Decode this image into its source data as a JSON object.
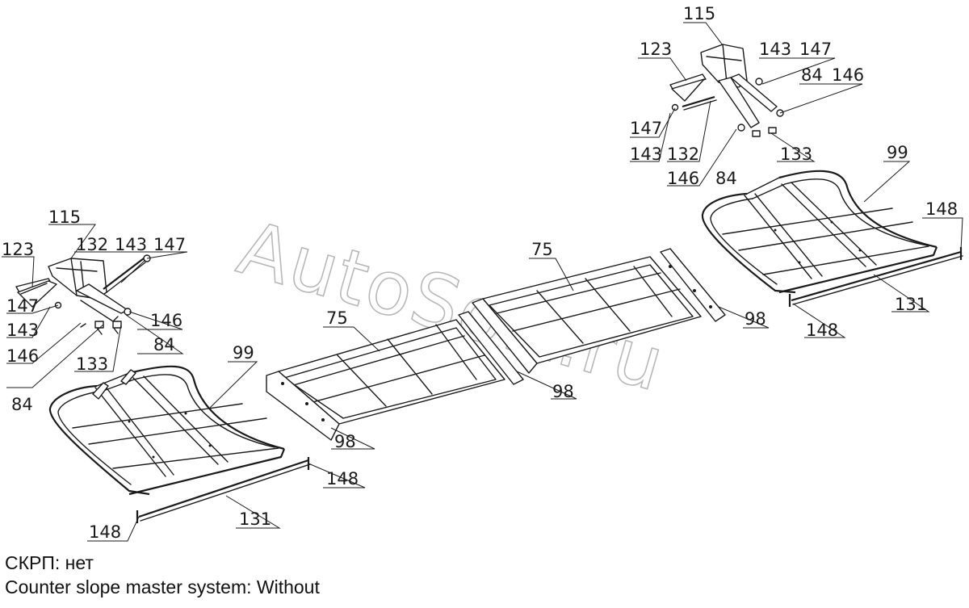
{
  "watermark": "AutoSoft.ru",
  "captions": {
    "line1": "СКРП: нет",
    "line2": "Counter slope master system: Without"
  },
  "labels": {
    "l115": "115",
    "l123": "123",
    "l132": "132",
    "l143": "143",
    "l147": "147",
    "l147b": "147",
    "l143b": "143",
    "l146": "146",
    "l84": "84",
    "l146b": "146",
    "l84b": "84",
    "l133": "133",
    "l99": "99",
    "l148": "148",
    "l131": "131",
    "l148b": "148",
    "l75a": "75",
    "l98a": "98",
    "l98b": "98",
    "l75b": "75",
    "l98c": "98",
    "r115": "115",
    "r123": "123",
    "r143": "143",
    "r147": "147",
    "r84": "84",
    "r146": "146",
    "r147b": "147",
    "r143b": "143",
    "r132": "132",
    "r133": "133",
    "r146b": "146",
    "r84b": "84",
    "r99": "99",
    "r148": "148",
    "r131": "131",
    "r148b": "148"
  }
}
